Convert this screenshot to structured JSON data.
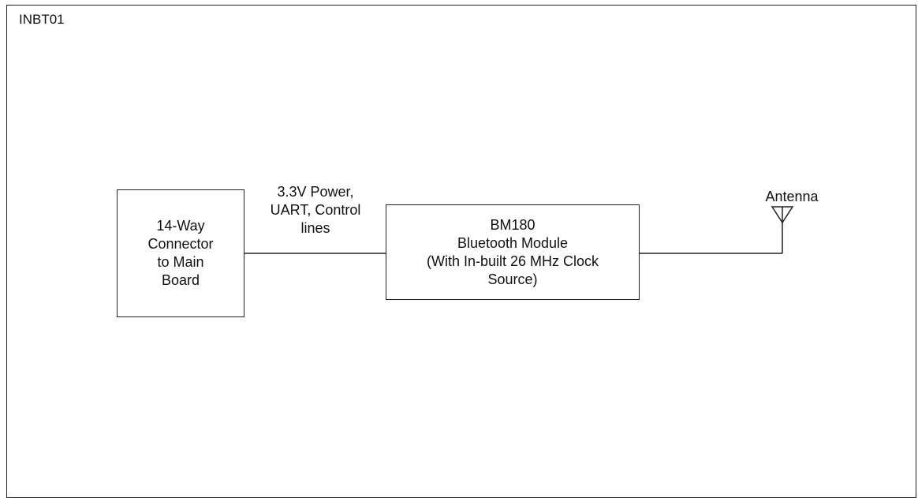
{
  "diagram": {
    "title": "INBT01",
    "blocks": {
      "connector": {
        "label": "14-Way\nConnector\nto Main\nBoard"
      },
      "module": {
        "label": "BM180\nBluetooth Module\n(With In-built 26 MHz Clock\nSource)"
      }
    },
    "edges": [
      {
        "from": "connector",
        "to": "module",
        "label": "3.3V Power,\nUART, Control\nlines"
      },
      {
        "from": "module",
        "to": "antenna"
      }
    ],
    "antenna": {
      "label": "Antenna"
    },
    "colors": {
      "line": "#222222",
      "text": "#111111",
      "background": "#ffffff"
    }
  }
}
